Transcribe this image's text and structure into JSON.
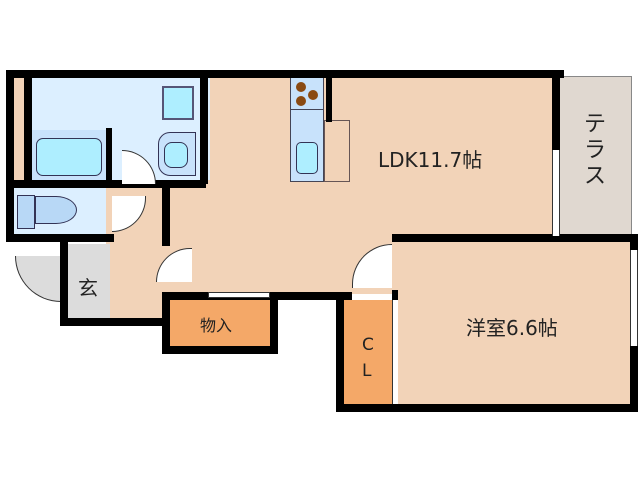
{
  "floorplan": {
    "rooms": {
      "ldk": {
        "label": "LDK11.7帖"
      },
      "western_room": {
        "label": "洋室6.6帖"
      },
      "terrace": {
        "label": "テラス"
      },
      "storage": {
        "label": "物入"
      },
      "closet": {
        "label": "CL"
      },
      "entrance": {
        "label": "玄"
      }
    },
    "colors": {
      "floor": "#f2d3b8",
      "wet_area": "#dcefff",
      "storage": "#f4a868",
      "terrace": "#e0d8d0",
      "entrance": "#dcdcdc",
      "wall": "#000000"
    }
  }
}
